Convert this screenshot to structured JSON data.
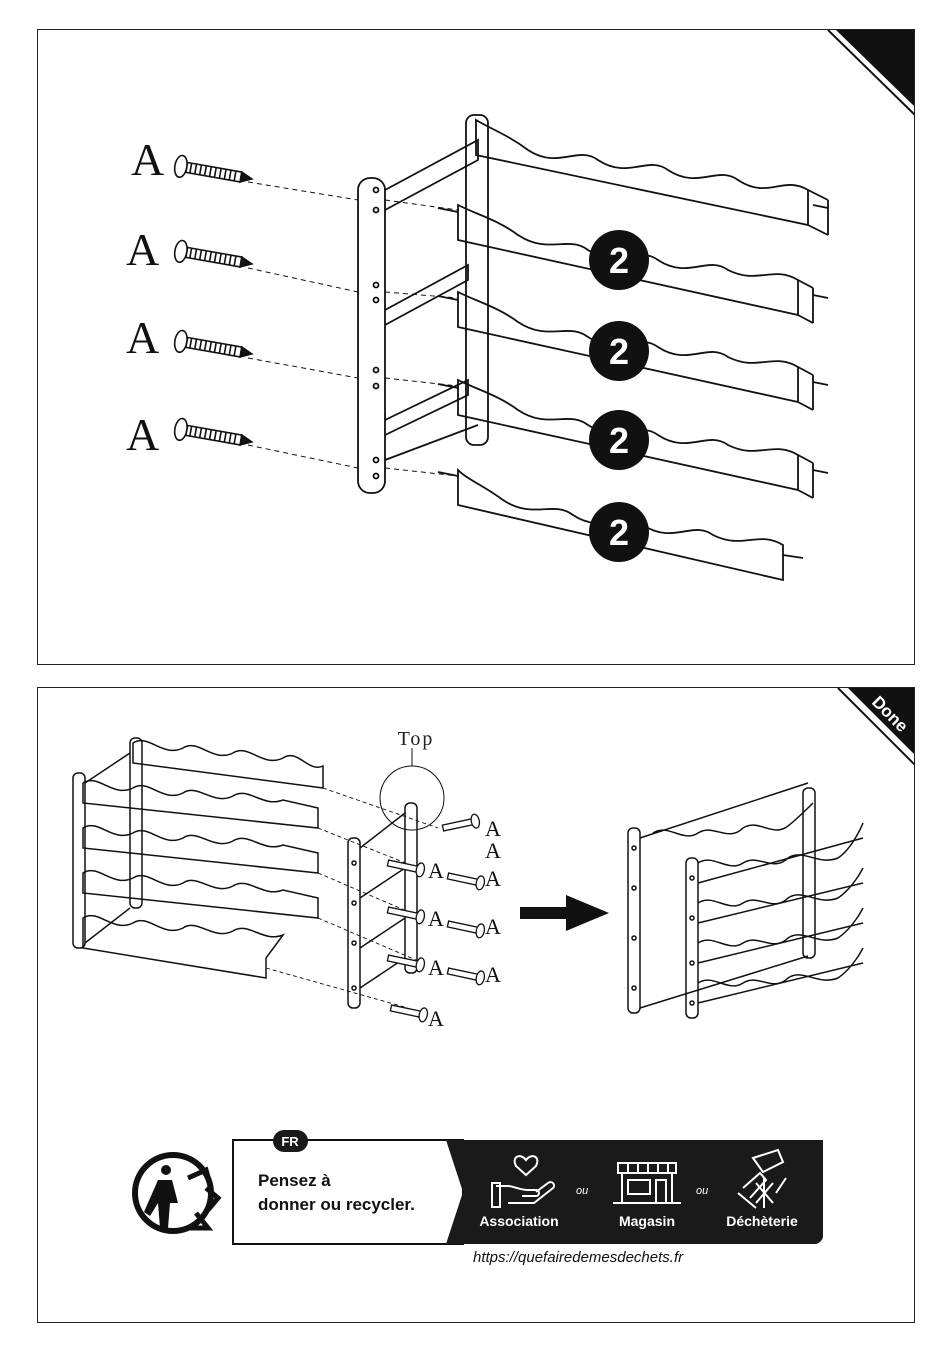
{
  "step_panel": {
    "screw_labels": [
      "A",
      "A",
      "A",
      "A"
    ],
    "step_numbers": [
      "2",
      "2",
      "2",
      "2"
    ]
  },
  "done_panel": {
    "corner_label": "Done",
    "top_label": "Top",
    "screw_labels": [
      "A",
      "A",
      "A",
      "A",
      "A",
      "A",
      "A",
      "A",
      "A"
    ]
  },
  "recycle_banner": {
    "lang_badge": "FR",
    "message_line1": "Pensez à",
    "message_line2": "donner ou recycler.",
    "option1": "Association",
    "option2": "Magasin",
    "option3": "Déchèterie",
    "separator": "ou",
    "url": "https://quefairedemesdechets.fr"
  },
  "colors": {
    "ink": "#111111",
    "banner_dark": "#1a1a1a",
    "paper": "#ffffff"
  }
}
